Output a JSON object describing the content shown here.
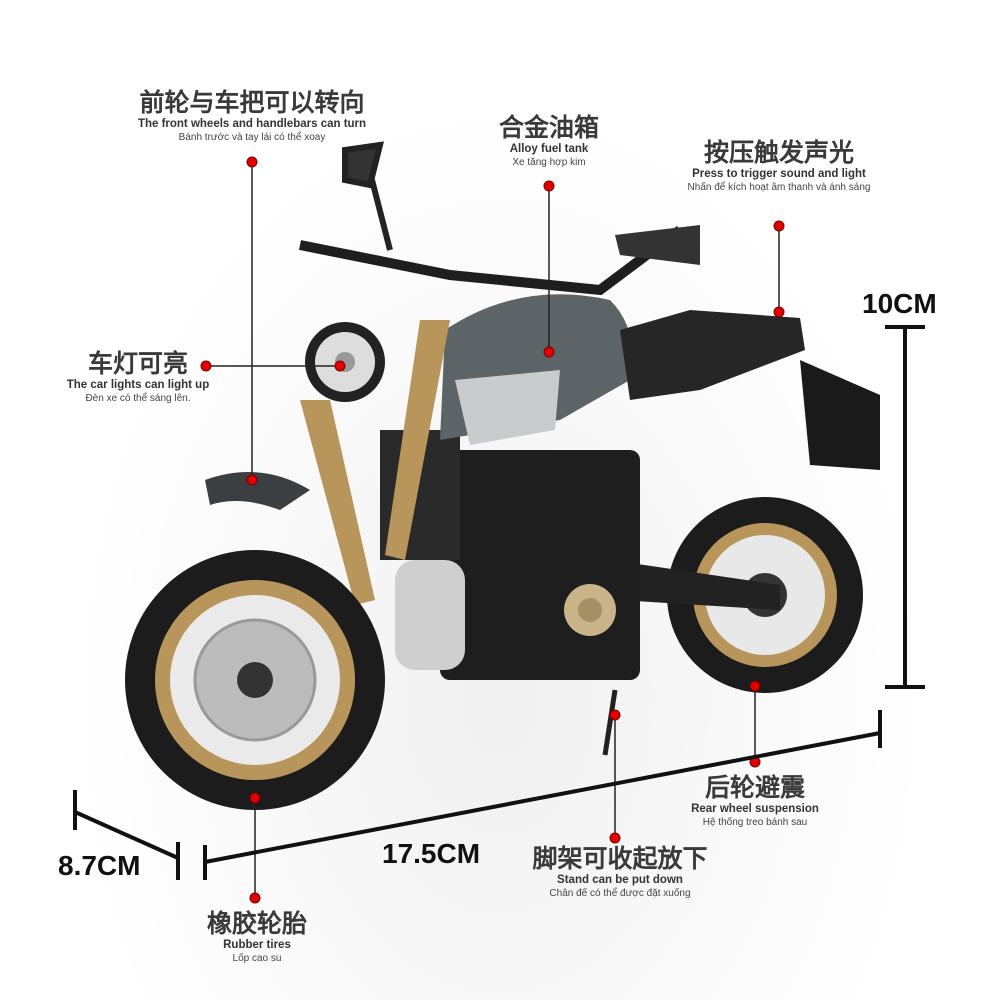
{
  "features": [
    {
      "cn": "前轮与车把可以转向",
      "en": "The front wheels and handlebars can turn",
      "vi": "Bánh trước và tay lái có thể xoay"
    },
    {
      "cn": "合金油箱",
      "en": "Alloy fuel tank",
      "vi": "Xe tăng hợp kim"
    },
    {
      "cn": "按压触发声光",
      "en": "Press to trigger sound and light",
      "vi": "Nhấn để kích hoạt âm thanh và ánh sáng"
    },
    {
      "cn": "车灯可亮",
      "en": "The car lights can light up",
      "vi": "Đèn xe có thể sáng lên."
    },
    {
      "cn": "后轮避震",
      "en": "Rear wheel suspension",
      "vi": "Hệ thống treo bánh sau"
    },
    {
      "cn": "脚架可收起放下",
      "en": "Stand can be put down",
      "vi": "Chân đế có thể được đặt xuống"
    },
    {
      "cn": "橡胶轮胎",
      "en": "Rubber tires",
      "vi": "Lốp cao su"
    }
  ],
  "dimensions": {
    "height": "10CM",
    "length": "17.5CM",
    "width": "8.7CM"
  },
  "colors": {
    "marker": "#e00000",
    "rim": "#b8955a",
    "body": "#5c6467",
    "tire": "#1c1c1c"
  }
}
